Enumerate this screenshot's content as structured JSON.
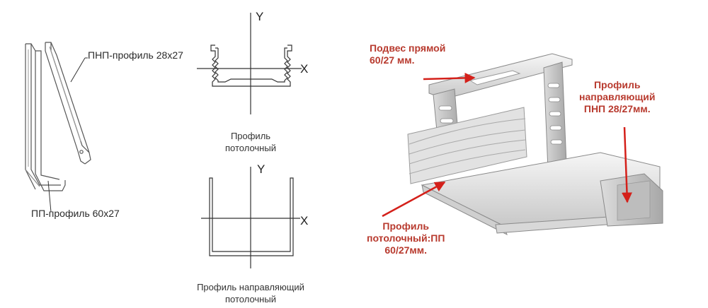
{
  "left_labels": {
    "pnp": "ПНП-профиль 28x27",
    "pp": "ПП-профиль 60x27"
  },
  "ceiling_profile": {
    "axis_y": "Y",
    "axis_x": "X",
    "caption_line1": "Профиль",
    "caption_line2": "потолочный"
  },
  "guide_profile": {
    "axis_y": "Y",
    "axis_x": "X",
    "caption_line1": "Профиль направляющий",
    "caption_line2": "потолочный"
  },
  "callouts": {
    "hanger_line1": "Подвес прямой",
    "hanger_line2": "60/27 мм.",
    "guide_line1": "Профиль",
    "guide_line2": "направляющий",
    "guide_line3": "ПНП  28/27мм.",
    "ceiling_line1": "Профиль",
    "ceiling_line2": "потолочный:ПП",
    "ceiling_line3": "60/27мм."
  },
  "colors": {
    "callout_text": "#b83a2e",
    "arrow": "#d4201a",
    "metal_light": "#e8e8e8",
    "metal_dark": "#b9b9b9"
  }
}
